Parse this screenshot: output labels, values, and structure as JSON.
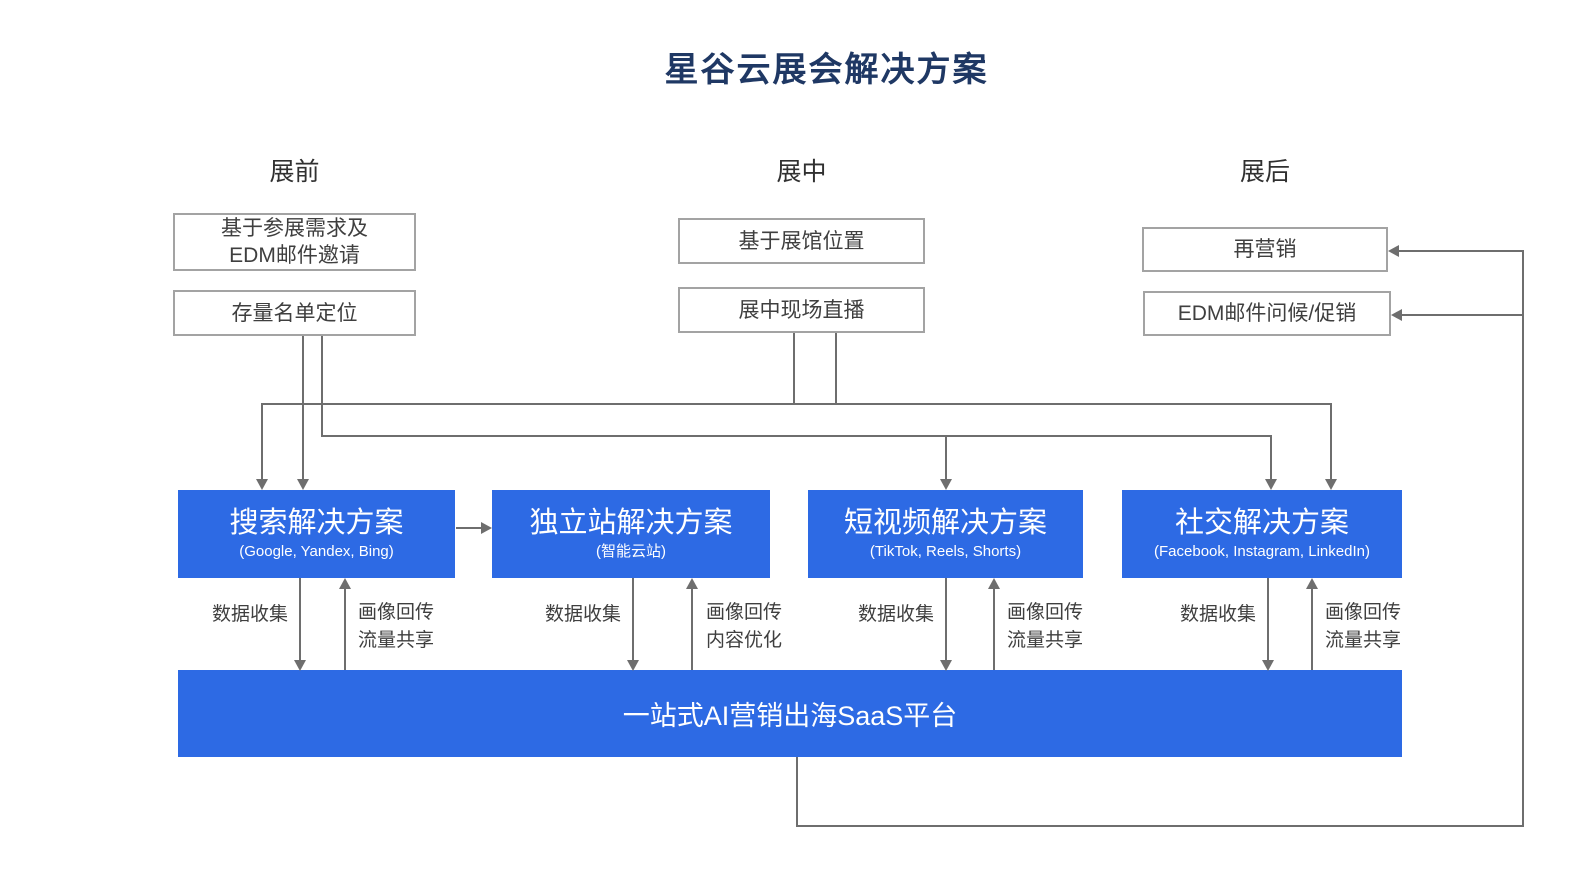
{
  "title": "星谷云展会解决方案",
  "stages": {
    "pre": {
      "label": "展前",
      "box1_line1": "基于参展需求及",
      "box1_line2": "EDM邮件邀请",
      "box2": "存量名单定位"
    },
    "during": {
      "label": "展中",
      "box1": "基于展馆位置",
      "box2": "展中现场直播"
    },
    "post": {
      "label": "展后",
      "box1": "再营销",
      "box2": "EDM邮件问候/促销"
    }
  },
  "solutions": {
    "search": {
      "title": "搜索解决方案",
      "subtitle": "(Google, Yandex, Bing)"
    },
    "website": {
      "title": "独立站解决方案",
      "subtitle": "(智能云站)"
    },
    "shortvideo": {
      "title": "短视频解决方案",
      "subtitle": "(TikTok, Reels, Shorts)"
    },
    "social": {
      "title": "社交解决方案",
      "subtitle": "(Facebook, Instagram, LinkedIn)"
    }
  },
  "flows": {
    "search": {
      "down": "数据收集",
      "up_line1": "画像回传",
      "up_line2": "流量共享"
    },
    "website": {
      "down": "数据收集",
      "up_line1": "画像回传",
      "up_line2": "内容优化"
    },
    "shortvideo": {
      "down": "数据收集",
      "up_line1": "画像回传",
      "up_line2": "流量共享"
    },
    "social": {
      "down": "数据收集",
      "up_line1": "画像回传",
      "up_line2": "流量共享"
    }
  },
  "platform": {
    "label": "一站式AI营销出海SaaS平台"
  },
  "colors": {
    "solution_blue": "#2d6ae4",
    "title_navy": "#1f3864",
    "connector_gray": "#6e6e6e"
  }
}
